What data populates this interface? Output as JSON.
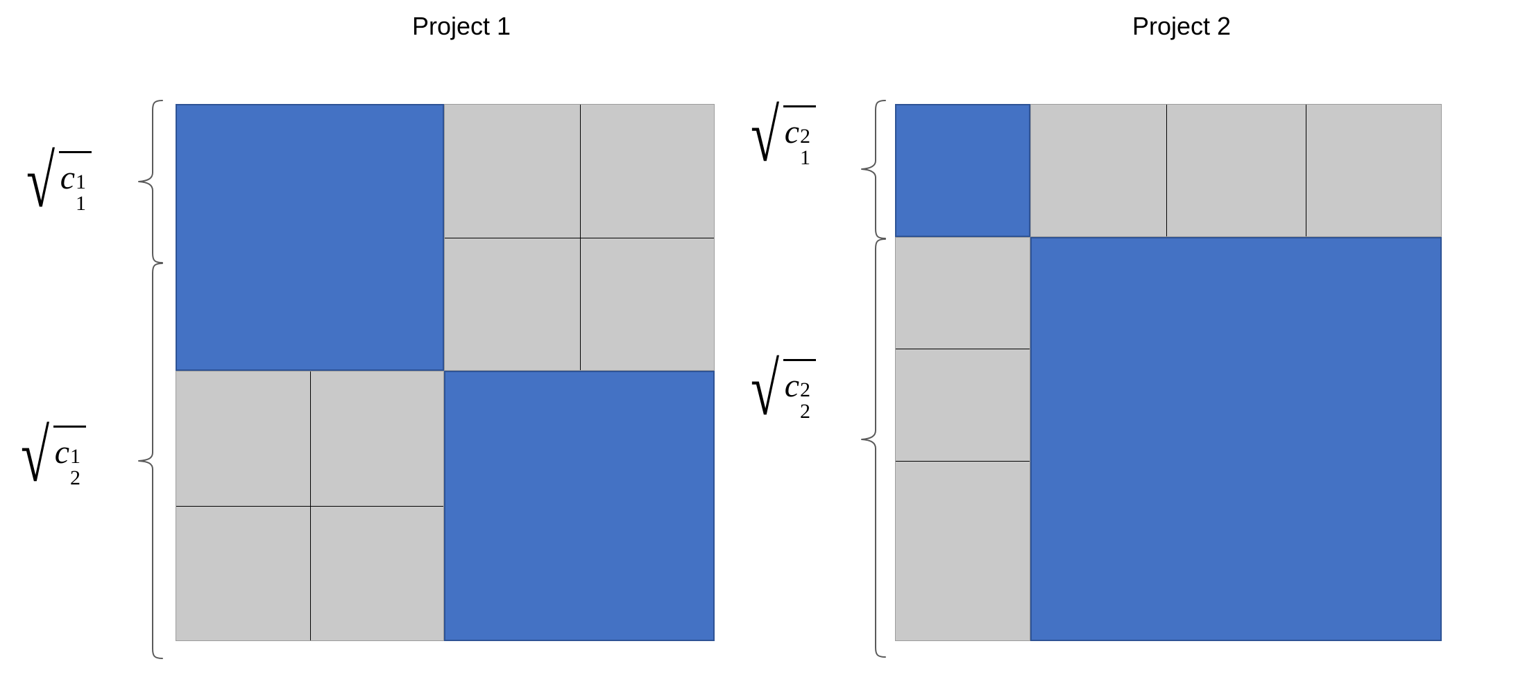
{
  "figure": {
    "type": "diagram",
    "description": "Two block-matrix sparsity diagrams side by side, each partitioned into 2x2 super-blocks where diagonal super-blocks are filled blue and off-diagonal super-blocks are light gray subdivided by thin lines.",
    "background_color": "#FFFFFF",
    "colors": {
      "blue_block": "#4472C4",
      "blue_block_border": "#2E5395",
      "gray_block": "#C9C9C9",
      "gray_block_border": "#9C9C9C",
      "divider_line": "#000000",
      "brace": "#595959",
      "text": "#000000"
    }
  },
  "panels": [
    {
      "id": "project-1",
      "title": "Project 1",
      "row_labels": [
        {
          "id": "c-1-1",
          "radicand": "c",
          "subscript": "1",
          "superscript": "1",
          "plain": "sqrt(c_1^1)"
        },
        {
          "id": "c-2-1",
          "radicand": "c",
          "subscript": "2",
          "superscript": "1",
          "plain": "sqrt(c_2^1)"
        }
      ],
      "blocks": [
        {
          "id": "p1-top-left",
          "fill": "blue",
          "row": 1,
          "col": 1,
          "subdivisions_cols": 1,
          "subdivisions_rows": 1
        },
        {
          "id": "p1-top-right",
          "fill": "gray",
          "row": 1,
          "col": 2,
          "subdivisions_cols": 2,
          "subdivisions_rows": 2
        },
        {
          "id": "p1-bottom-left",
          "fill": "gray",
          "row": 2,
          "col": 1,
          "subdivisions_cols": 2,
          "subdivisions_rows": 2
        },
        {
          "id": "p1-bottom-right",
          "fill": "blue",
          "row": 2,
          "col": 2,
          "subdivisions_cols": 1,
          "subdivisions_rows": 1
        }
      ]
    },
    {
      "id": "project-2",
      "title": "Project 2",
      "row_labels": [
        {
          "id": "c-1-2",
          "radicand": "c",
          "subscript": "1",
          "superscript": "2",
          "plain": "sqrt(c_1^2)"
        },
        {
          "id": "c-2-2",
          "radicand": "c",
          "subscript": "2",
          "superscript": "2",
          "plain": "sqrt(c_2^2)"
        }
      ],
      "blocks": [
        {
          "id": "p2-top-left",
          "fill": "blue",
          "row": 1,
          "col": 1,
          "subdivisions_cols": 1,
          "subdivisions_rows": 1
        },
        {
          "id": "p2-top-right",
          "fill": "gray",
          "row": 1,
          "col": 2,
          "subdivisions_cols": 3,
          "subdivisions_rows": 1
        },
        {
          "id": "p2-bottom-left",
          "fill": "gray",
          "row": 2,
          "col": 1,
          "subdivisions_cols": 1,
          "subdivisions_rows": 3
        },
        {
          "id": "p2-bottom-right",
          "fill": "blue",
          "row": 2,
          "col": 2,
          "subdivisions_cols": 1,
          "subdivisions_rows": 1
        }
      ]
    }
  ]
}
